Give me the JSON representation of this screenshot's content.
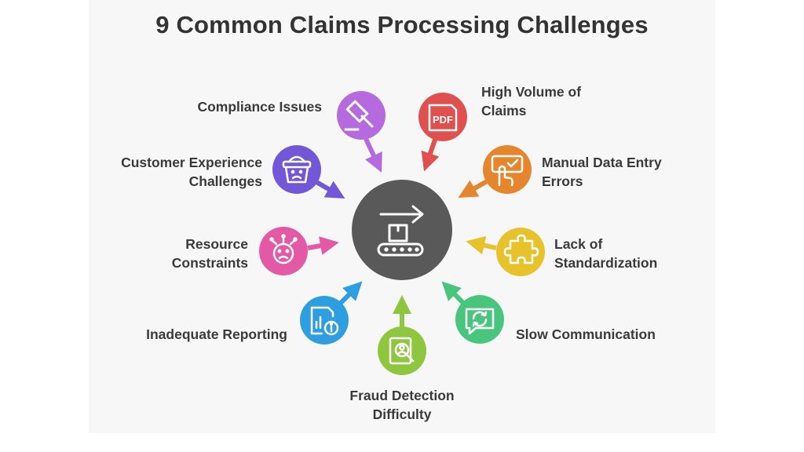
{
  "title": "9 Common Claims Processing Challenges",
  "center": {
    "icon": "conveyor-belt-box-arrow-icon",
    "color": "#595959"
  },
  "challenges": [
    {
      "lines": [
        "Compliance Issues"
      ],
      "icon": "gavel-icon",
      "color": "#B56BDD"
    },
    {
      "lines": [
        "High Volume of",
        "Claims"
      ],
      "icon": "pdf-document-icon",
      "color": "#E0504F"
    },
    {
      "lines": [
        "Manual Data Entry",
        "Errors"
      ],
      "icon": "touch-checkbox-icon",
      "color": "#E5852E"
    },
    {
      "lines": [
        "Lack of",
        "Standardization"
      ],
      "icon": "puzzle-piece-icon",
      "color": "#E7C22A"
    },
    {
      "lines": [
        "Slow Communication"
      ],
      "icon": "chat-refresh-icon",
      "color": "#49C67D"
    },
    {
      "lines": [
        "Fraud Detection",
        "Difficulty"
      ],
      "icon": "fraud-search-icon",
      "color": "#8FC63F"
    },
    {
      "lines": [
        "Inadequate Reporting"
      ],
      "icon": "report-info-icon",
      "color": "#2D9FE0"
    },
    {
      "lines": [
        "Resource",
        "Constraints"
      ],
      "icon": "stressed-face-icon",
      "color": "#E359A6"
    },
    {
      "lines": [
        "Customer Experience",
        "Challenges"
      ],
      "icon": "unhappy-basket-icon",
      "color": "#7357D9"
    }
  ]
}
